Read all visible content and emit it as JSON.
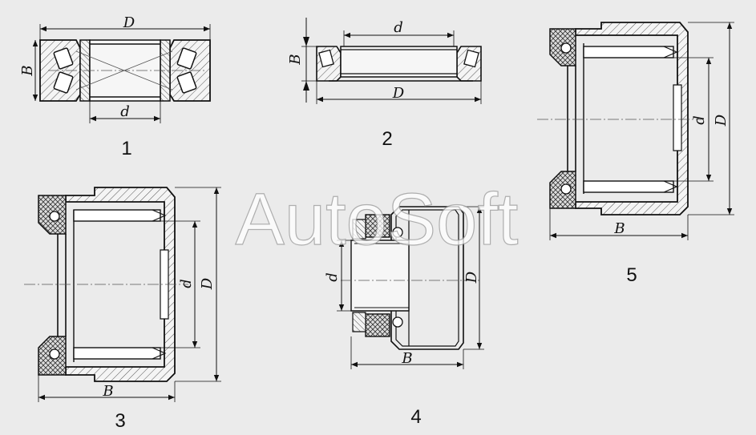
{
  "watermark": "AutoSoft",
  "figures": [
    {
      "number": "1",
      "labels": {
        "outer_diameter": "D",
        "inner_diameter": "d",
        "width": "B"
      }
    },
    {
      "number": "2",
      "labels": {
        "outer_diameter": "D",
        "inner_diameter": "d",
        "width": "B"
      }
    },
    {
      "number": "3",
      "labels": {
        "outer_diameter": "D",
        "inner_diameter": "d",
        "width": "B"
      }
    },
    {
      "number": "4",
      "labels": {
        "outer_diameter": "D",
        "inner_diameter": "d",
        "width": "B"
      }
    },
    {
      "number": "5",
      "labels": {
        "outer_diameter": "D",
        "inner_diameter": "d",
        "width": "B"
      }
    }
  ],
  "colors": {
    "background": "#ebebeb",
    "line": "#111111",
    "hatch": "#555555"
  }
}
